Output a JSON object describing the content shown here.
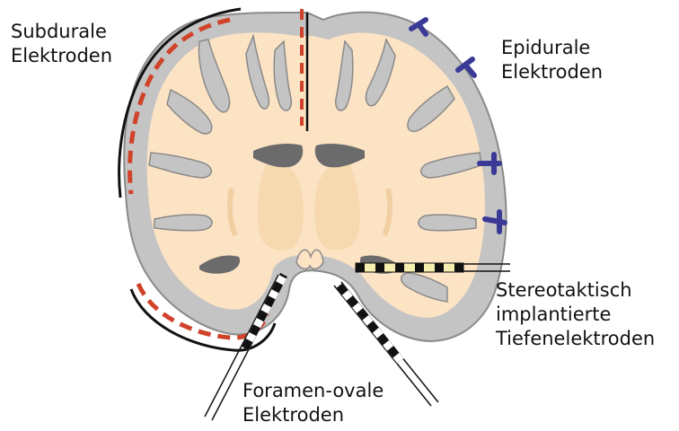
{
  "labels": {
    "subdural": {
      "line1": "Subdurale",
      "line2": "Elektroden"
    },
    "epidural": {
      "line1": "Epidurale",
      "line2": "Elektroden"
    },
    "stereotactic": {
      "line1": "Stereotaktisch",
      "line2": "implantierte",
      "line3": "Tiefenelektroden"
    },
    "foramen_ovale": {
      "line1": "Foramen-ovale",
      "line2": "Elektroden"
    }
  },
  "colors": {
    "cortex_gray": "#c4c4c4",
    "white_matter": "#fce3c4",
    "deep_nuclei": "#f7d9b0",
    "ventricles": "#6b6b6b",
    "subdural_strip": "#d0432a",
    "epidural_peg": "#3a3a96",
    "electrode_contact": "#111111",
    "depth_contact": "#f5f0b0"
  }
}
